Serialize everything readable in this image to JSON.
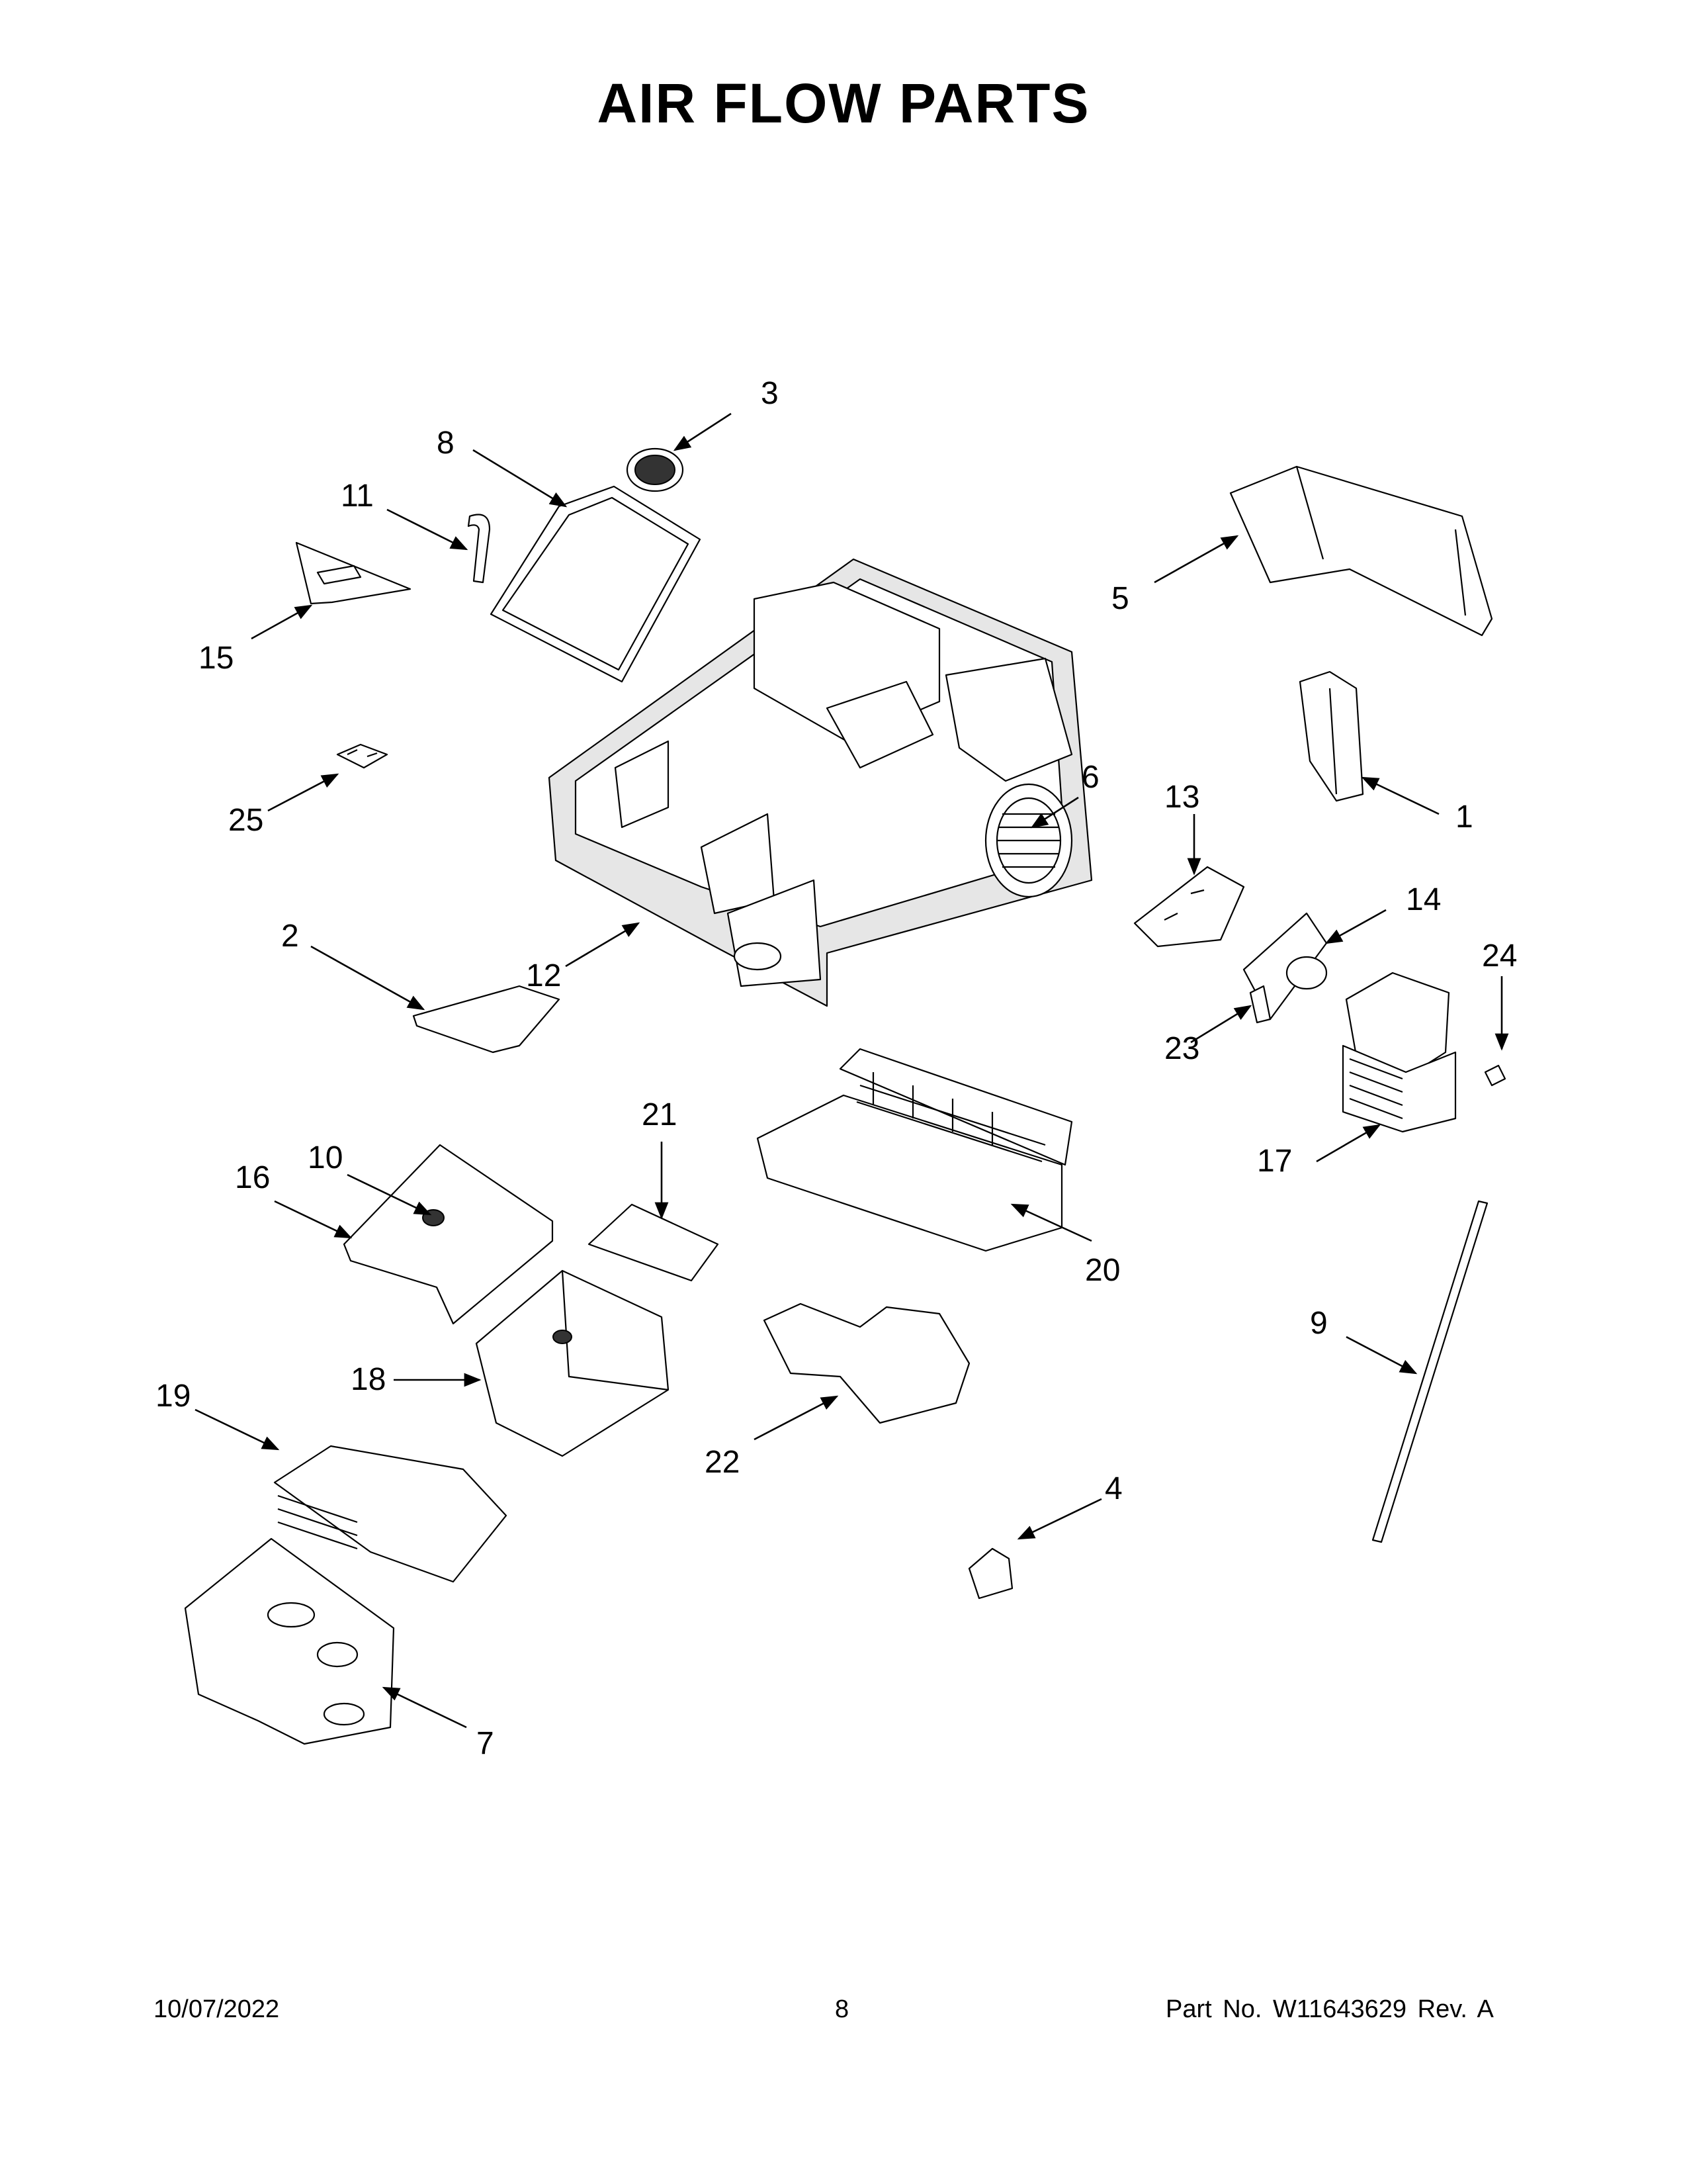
{
  "title": "AIR FLOW PARTS",
  "footer": {
    "date": "10/07/2022",
    "page": "8",
    "part_no_label": "Part No.",
    "part_no": "W11643629",
    "rev_label": "Rev.",
    "rev": "A"
  },
  "callouts": {
    "c1": "1",
    "c2": "2",
    "c3": "3",
    "c4": "4",
    "c5": "5",
    "c6": "6",
    "c7": "7",
    "c8": "8",
    "c9": "9",
    "c10": "10",
    "c11": "11",
    "c12": "12",
    "c13": "13",
    "c14": "14",
    "c15": "15",
    "c16": "16",
    "c17": "17",
    "c18": "18",
    "c19": "19",
    "c20": "20",
    "c21": "21",
    "c22": "22",
    "c23": "23",
    "c24": "24",
    "c25": "25"
  }
}
